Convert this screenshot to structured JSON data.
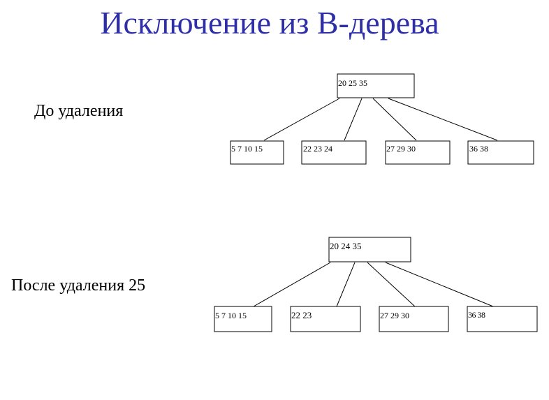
{
  "title": "Исключение из B-дерева",
  "before": {
    "label": "До удаления",
    "root": "20  25 35",
    "children": [
      "5 7 10 15",
      "22 23 24",
      "27 29 30",
      "36 38"
    ]
  },
  "after": {
    "label": "После удаления 25",
    "root": "20 24 35",
    "children": [
      "5 7 10 15",
      "22 23",
      "27 29 30",
      "36 38"
    ]
  }
}
